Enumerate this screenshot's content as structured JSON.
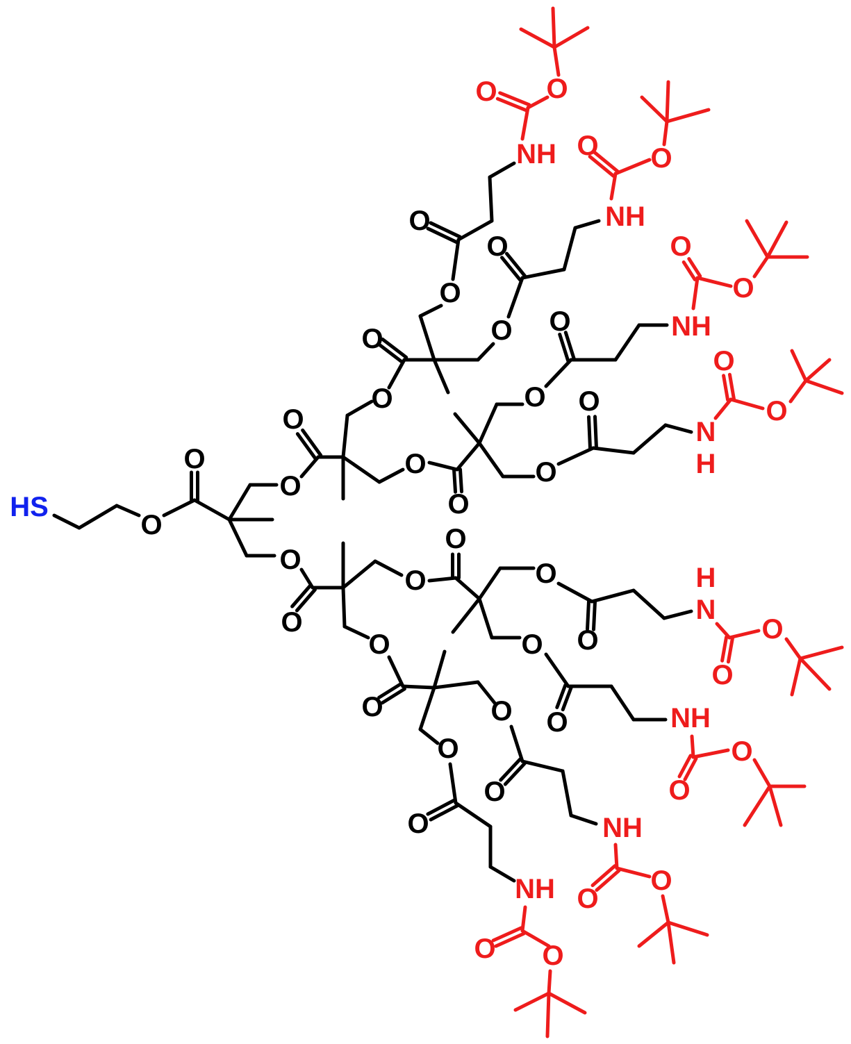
{
  "colors": {
    "carbon": "#000000",
    "boc": "#ee1c1c",
    "sulfur": "#1122ee"
  },
  "labels": {
    "thiol": "HS",
    "oxygen": "O",
    "amine": "NH",
    "nitrogen": "N",
    "hydrogen": "H"
  }
}
